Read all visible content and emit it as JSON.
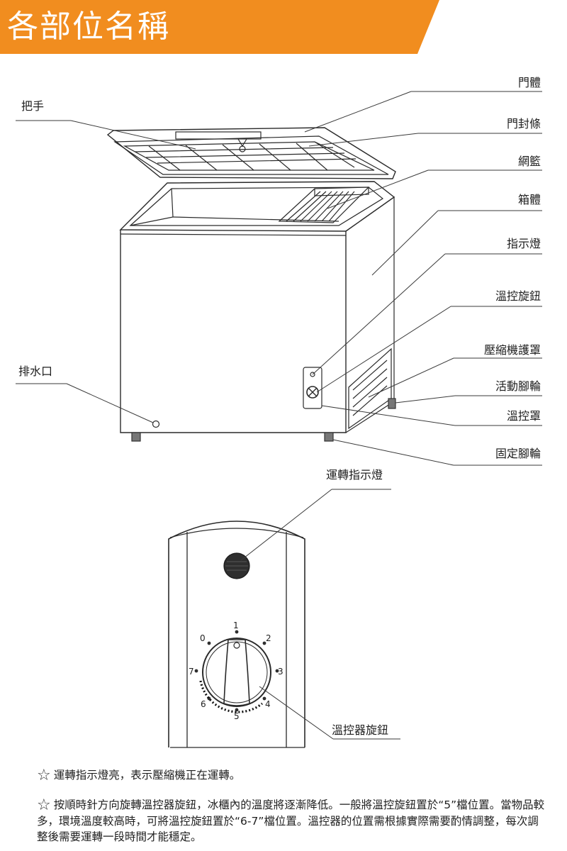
{
  "title": "各部位名稱",
  "labels": {
    "door_body": "門體",
    "handle": "把手",
    "door_seal": "門封條",
    "basket": "網籃",
    "cabinet": "箱體",
    "indicator": "指示燈",
    "thermostat_knob": "溫控旋鈕",
    "compressor_cover": "壓縮機護罩",
    "drain": "排水口",
    "caster": "活動腳輪",
    "thermostat_cover": "溫控罩",
    "fixed_foot": "固定腳輪",
    "running_light": "運轉指示燈",
    "thermostat_dial": "溫控器旋鈕"
  },
  "dial": {
    "numbers": [
      "0",
      "1",
      "2",
      "3",
      "4",
      "5",
      "6",
      "7"
    ]
  },
  "notes": {
    "note1": "運轉指示燈亮，表示壓縮機正在運轉。",
    "note2": "按順時針方向旋轉溫控器旋鈕，冰櫃內的溫度將逐漸降低。一般將溫控旋鈕置於“5”檔位置。當物品較多，環境溫度較高時，可將溫控旋鈕置於“6-7”檔位置。溫控器的位置需根據實際需要酌情調整，每次調整後需要運轉一段時間才能穩定。"
  }
}
